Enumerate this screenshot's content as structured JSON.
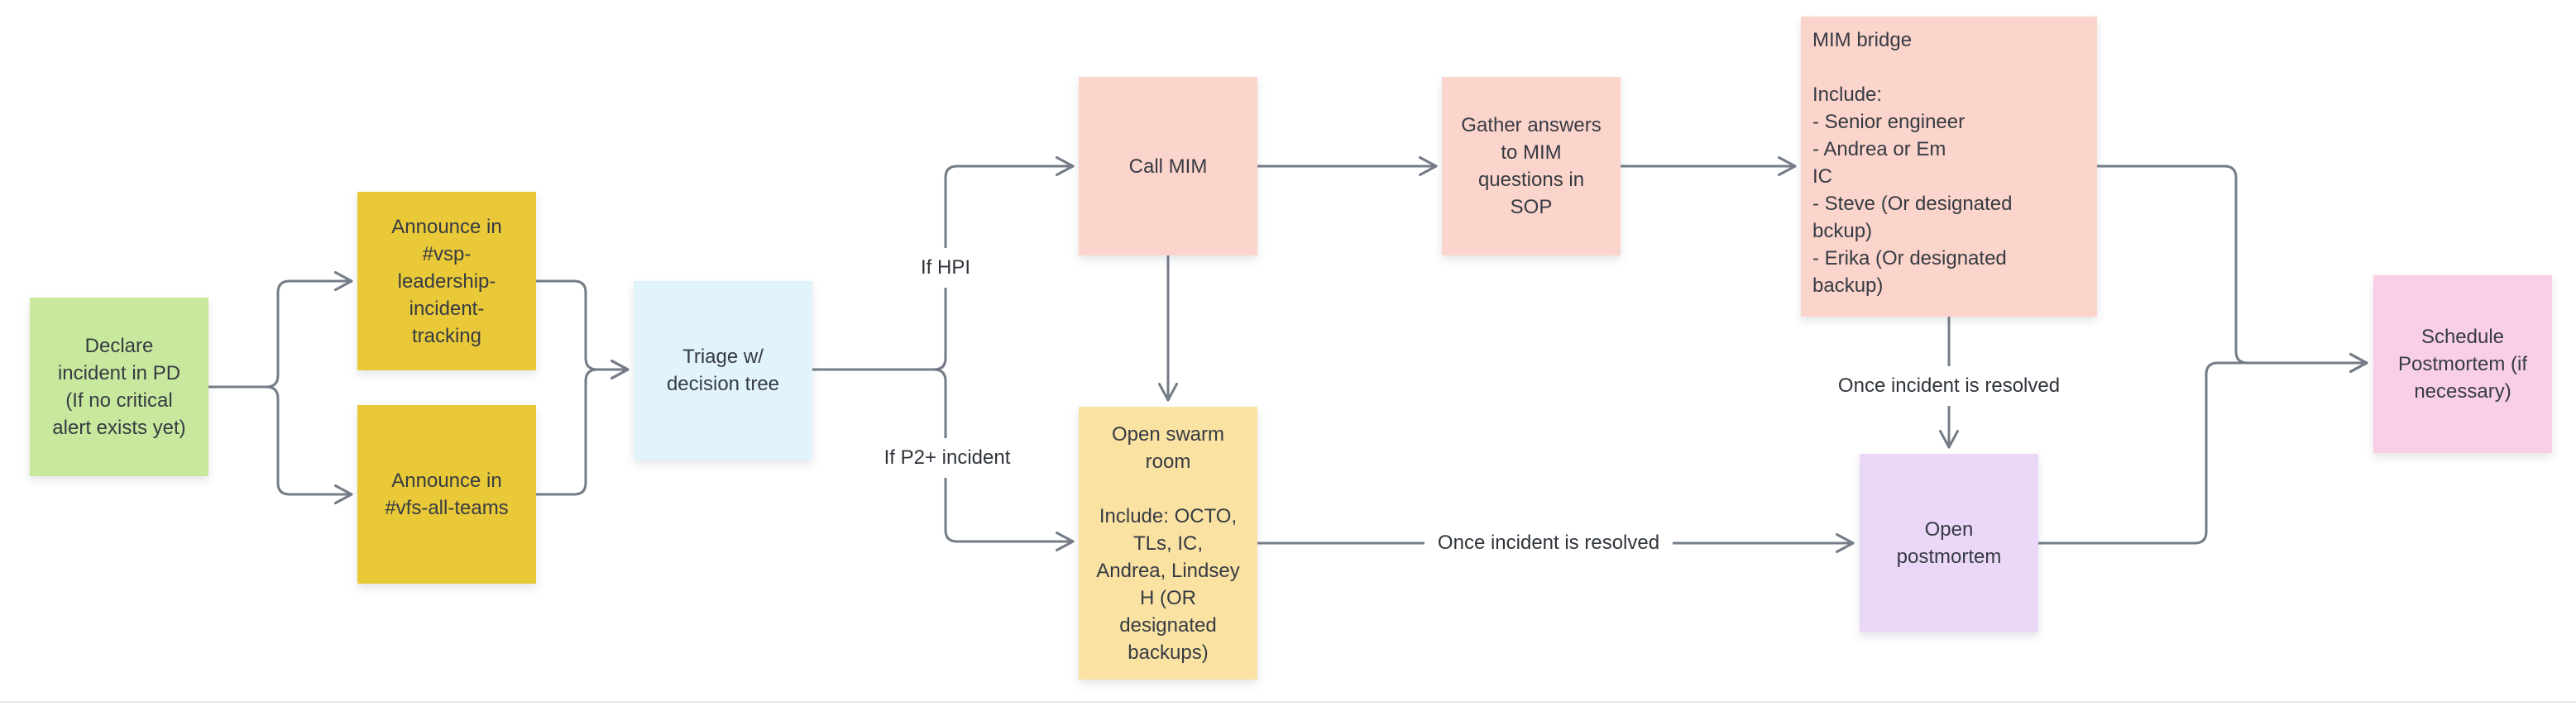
{
  "canvas": {
    "background": "#ffffff",
    "divider_color": "#e6e8ea"
  },
  "theme": {
    "connector_color": "#747c87",
    "node_text_color": "#363b43",
    "label_text_color": "#2f343b",
    "sticky_green": "#c8e89e",
    "sticky_yellow": "#e9c938",
    "sticky_blue": "#e1f3fb",
    "sticky_salmon": "#fbd4cc",
    "sticky_tan": "#fae2a2",
    "sticky_purple": "#ebd7f8",
    "sticky_magenta": "#f9cfe6"
  },
  "nodes": {
    "declare": {
      "text": "Declare\nincident in PD\n(If no critical\nalert exists yet)",
      "color": "#c8e89e"
    },
    "announce_leadership": {
      "text": "Announce in\n#vsp-\nleadership-\nincident-\ntracking",
      "color": "#e9c938"
    },
    "announce_all_teams": {
      "text": "Announce in\n#vfs-all-teams",
      "color": "#e9c938"
    },
    "triage": {
      "text": "Triage w/\ndecision tree",
      "color": "#e1f3fb"
    },
    "call_mim": {
      "text": "Call MIM",
      "color": "#fbd4cc"
    },
    "gather_answers": {
      "text": "Gather answers\nto MIM\nquestions in\nSOP",
      "color": "#fbd4cc"
    },
    "mim_bridge": {
      "text": "MIM bridge\n\nInclude:\n- Senior engineer\n- Andrea or Em\nIC\n- Steve (Or designated\nbckup)\n- Erika (Or designated\nbackup)",
      "color": "#fbd4cc"
    },
    "open_swarm_room": {
      "text": "Open swarm\nroom\n\nInclude: OCTO,\nTLs, IC,\nAndrea, Lindsey\nH (OR\ndesignated\nbackups)",
      "color": "#fae2a2"
    },
    "open_postmortem": {
      "text": "Open\npostmortem",
      "color": "#ebd7f8"
    },
    "schedule_postmortem": {
      "text": "Schedule\nPostmortem (if\nnecessary)",
      "color": "#f9cfe6"
    }
  },
  "edge_labels": {
    "if_hpi": "If HPI",
    "if_p2": "If P2+ incident",
    "once_resolved_horizontal": "Once incident is resolved",
    "once_resolved_vertical": "Once incident is resolved"
  }
}
